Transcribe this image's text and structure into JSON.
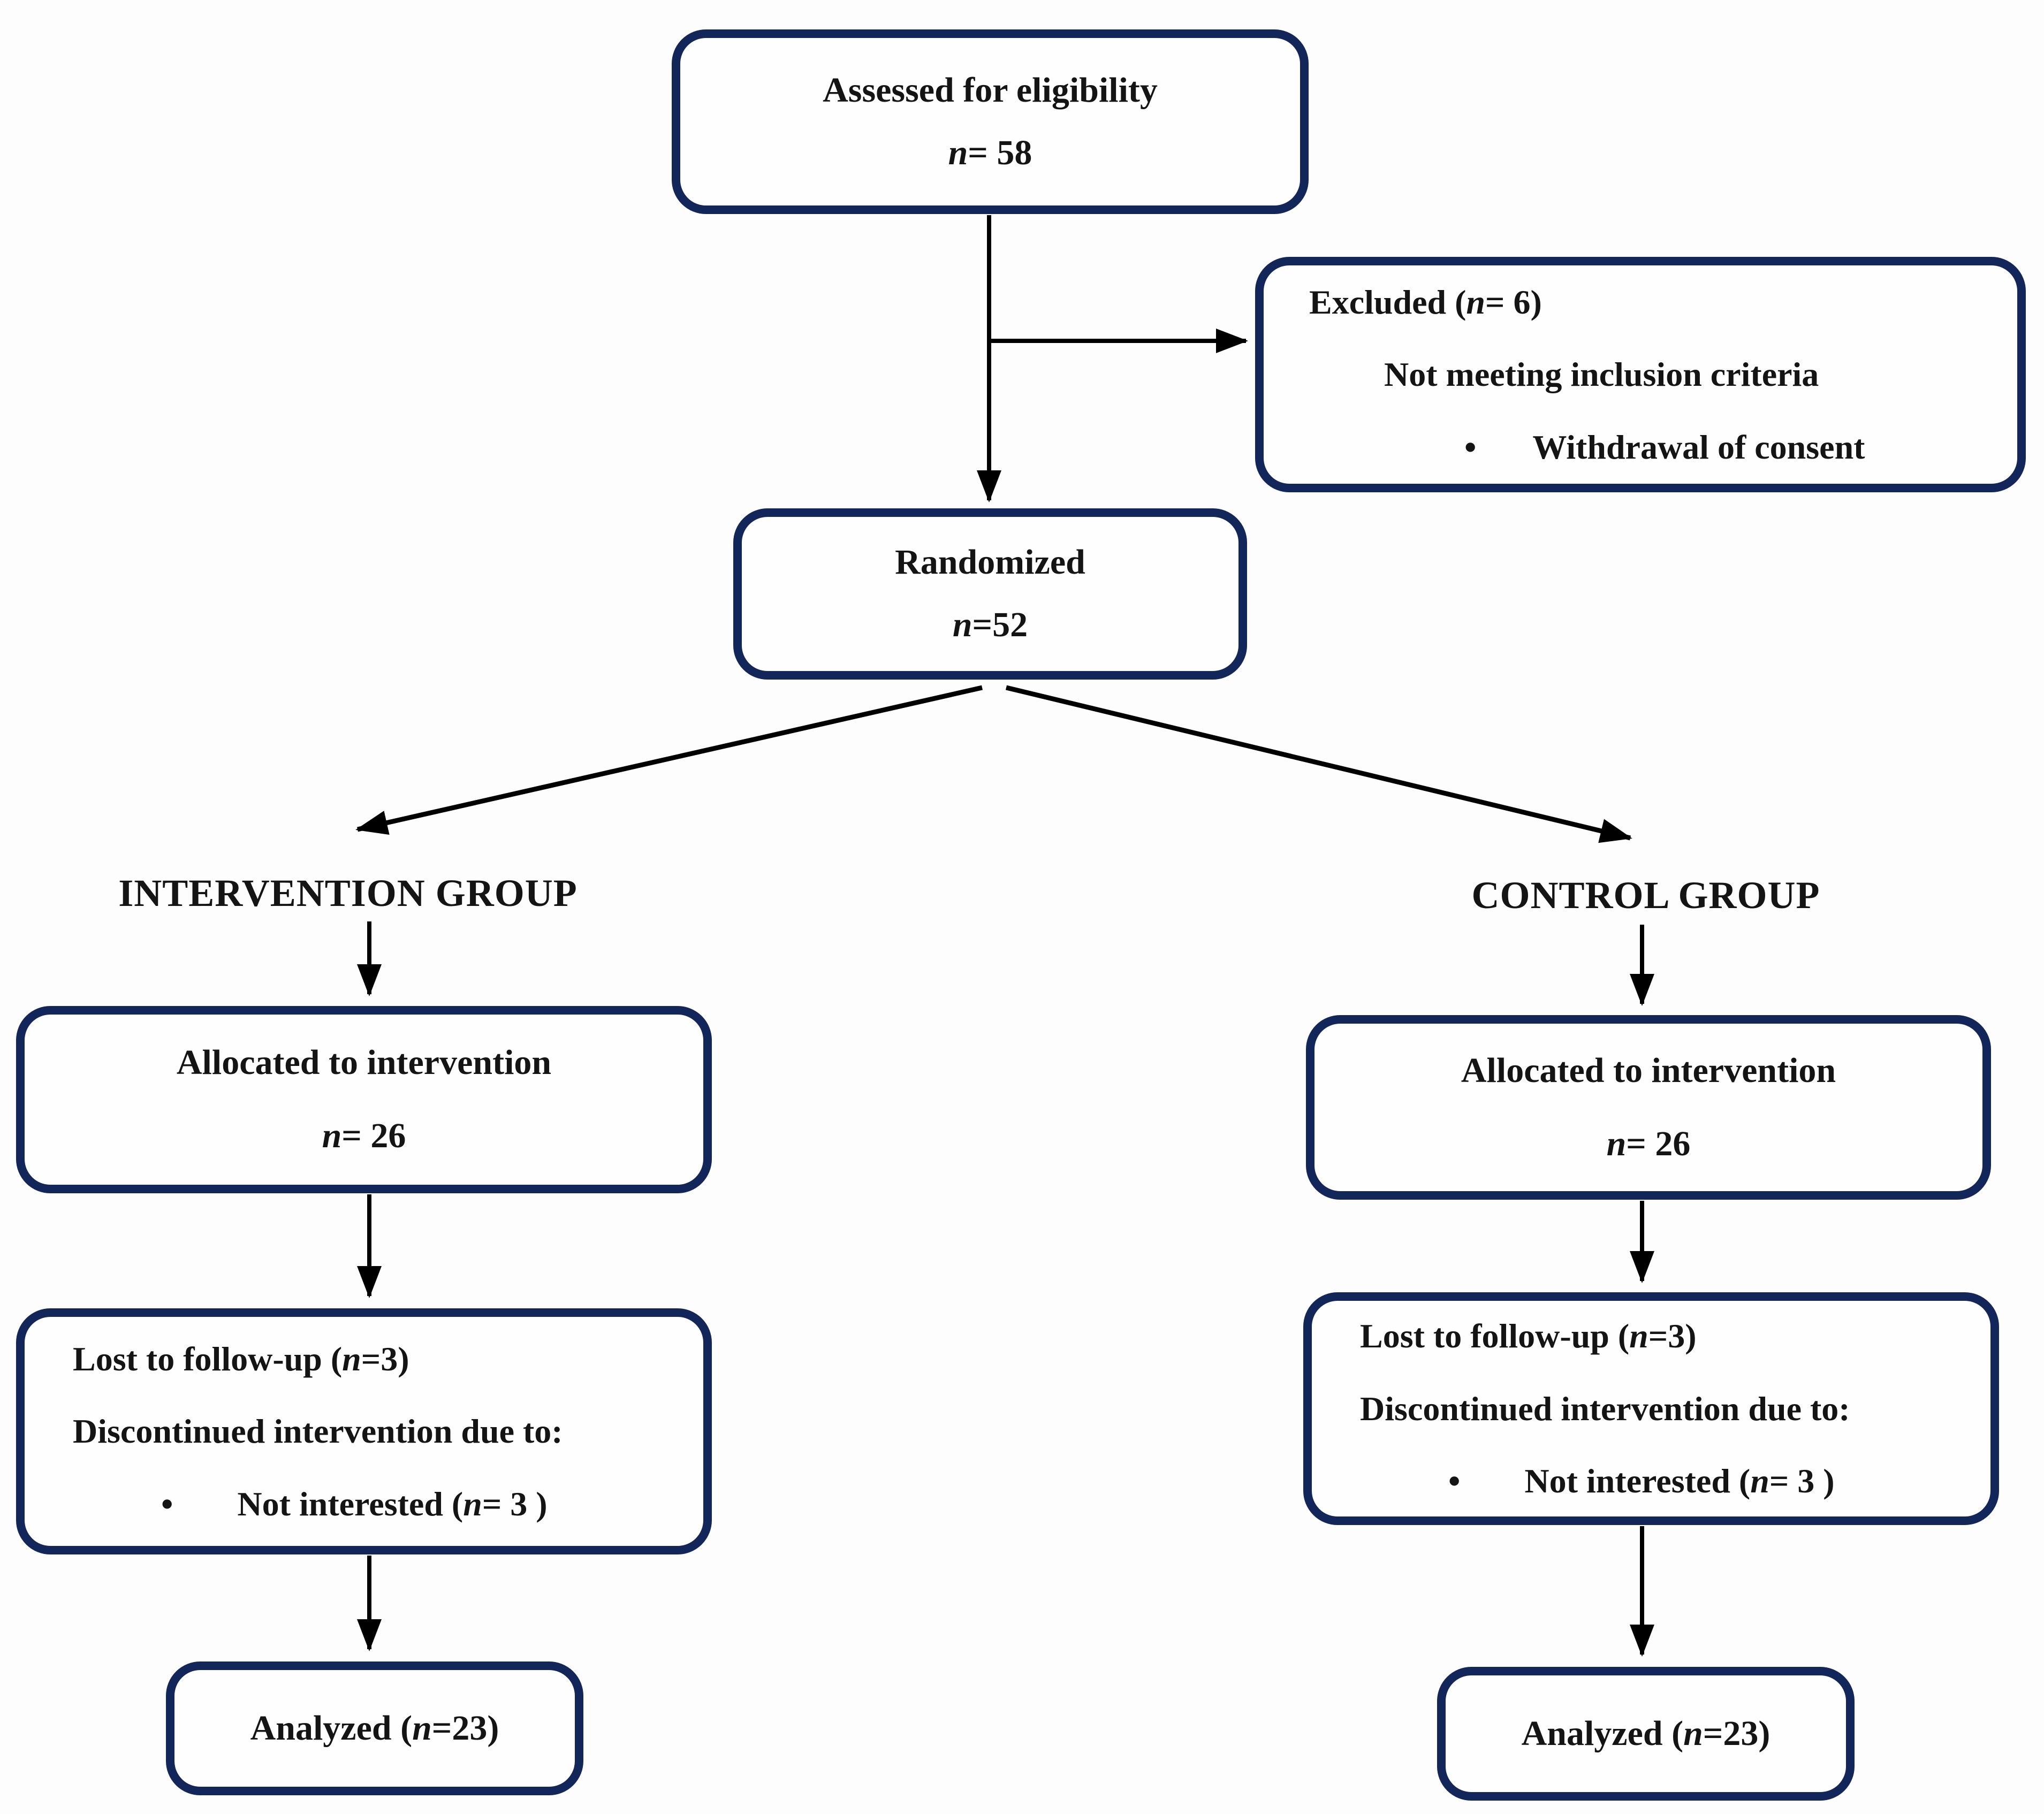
{
  "diagram": {
    "assessed": {
      "title": "Assessed for eligibility",
      "n": "n",
      "count": "= 58"
    },
    "excluded": {
      "line1": {
        "pre": "Excluded (",
        "n": "n",
        "post": "= 6)"
      },
      "line2": "Not meeting inclusion criteria",
      "bullet": "•",
      "line3": "Withdrawal of consent"
    },
    "randomized": {
      "title": "Randomized",
      "n": "n",
      "count": "=52"
    },
    "labels": {
      "intervention": "INTERVENTION GROUP",
      "control": "CONTROL GROUP"
    },
    "allocated_left": {
      "title": "Allocated to intervention",
      "n": "n",
      "count": "= 26"
    },
    "allocated_right": {
      "title": "Allocated to intervention",
      "n": "n",
      "count": "= 26"
    },
    "lost_left": {
      "line1": {
        "pre": "Lost to follow-up (",
        "n": "n",
        "post": "=3)"
      },
      "line2": "Discontinued intervention due to:",
      "bullet": "•",
      "line3": {
        "pre": "Not interested (",
        "n": "n",
        "post": "= 3 )"
      }
    },
    "lost_right": {
      "line1": {
        "pre": "Lost to follow-up (",
        "n": "n",
        "post": "=3)"
      },
      "line2": "Discontinued intervention due to:",
      "bullet": "•",
      "line3": {
        "pre": "Not interested (",
        "n": "n",
        "post": "= 3 )"
      }
    },
    "analyzed_left": {
      "pre": "Analyzed (",
      "n": "n",
      "post": "=23)"
    },
    "analyzed_right": {
      "pre": "Analyzed (",
      "n": "n",
      "post": "=23)"
    }
  },
  "colors": {
    "box_border": "#12265a",
    "arrow": "#000000",
    "text": "#141414",
    "background": "#fdfdfd"
  }
}
